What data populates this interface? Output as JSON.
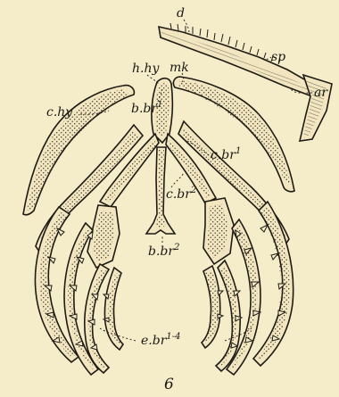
{
  "figure_number": "6",
  "labels": {
    "d": {
      "text": "d",
      "sup": ""
    },
    "sp": {
      "text": "sp",
      "sup": ""
    },
    "ar": {
      "text": "ar",
      "sup": ""
    },
    "h_hy": {
      "text": "h.hy",
      "sup": ""
    },
    "mk": {
      "text": "mk",
      "sup": ""
    },
    "c_hy": {
      "text": "c.hy",
      "sup": ""
    },
    "b_br1": {
      "text": "b.br",
      "sup": "1"
    },
    "c_br1": {
      "text": "c.br",
      "sup": "1"
    },
    "c_br2": {
      "text": "c.br",
      "sup": "2"
    },
    "b_br2": {
      "text": "b.br",
      "sup": "2"
    },
    "e_br": {
      "text": "e.br",
      "sup": "1-4"
    }
  }
}
